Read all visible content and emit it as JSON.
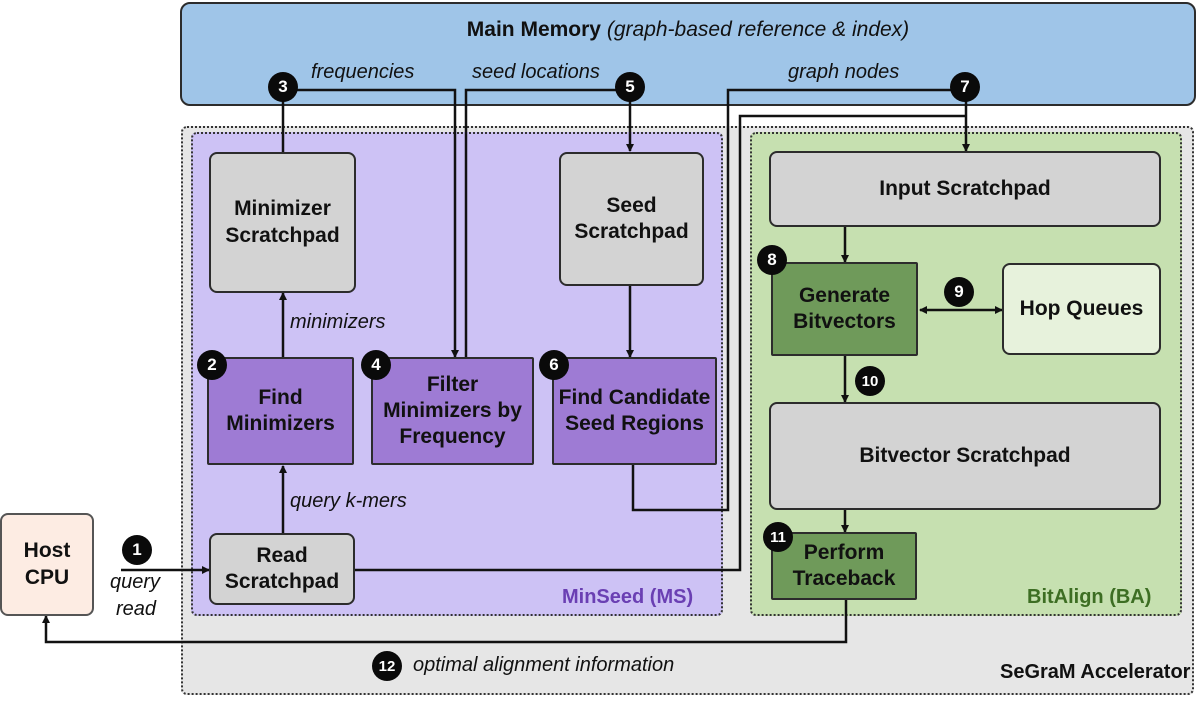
{
  "main_memory": {
    "title": "Main Memory",
    "subtitle": "(graph-based reference & index)"
  },
  "accelerator": {
    "title": "SeGraM Accelerator"
  },
  "minseed": {
    "title": "MinSeed (MS)",
    "boxes": {
      "minimizer_scratchpad": "Minimizer Scratchpad",
      "seed_scratchpad": "Seed Scratchpad",
      "find_minimizers": "Find Minimizers",
      "filter_minimizers": "Filter Minimizers by Frequency",
      "find_candidate": "Find Candidate Seed Regions",
      "read_scratchpad": "Read Scratchpad"
    }
  },
  "bitalign": {
    "title": "BitAlign (BA)",
    "boxes": {
      "input_scratchpad": "Input Scratchpad",
      "generate_bitvectors": "Generate Bitvectors",
      "hop_queues": "Hop Queues",
      "bitvector_scratchpad": "Bitvector Scratchpad",
      "perform_traceback": "Perform Traceback"
    }
  },
  "host": {
    "label": "Host CPU"
  },
  "edge_labels": {
    "frequencies": "frequencies",
    "seed_locations": "seed locations",
    "graph_nodes": "graph nodes",
    "minimizers": "minimizers",
    "query_kmers": "query k-mers",
    "query": "query",
    "read": "read",
    "optimal_alignment": "optimal alignment information"
  },
  "steps": [
    "1",
    "2",
    "3",
    "4",
    "5",
    "6",
    "7",
    "8",
    "9",
    "10",
    "11",
    "12"
  ],
  "colors": {
    "main_memory": "#9fc5e8",
    "accelerator": "#e6e6e6",
    "minseed": "#cdc2f5",
    "minseed_title": "#6a3fb3",
    "bitalign": "#c6e0b0",
    "bitalign_title": "#3d6e23",
    "purple_box": "#9e7bd4",
    "green_box": "#6f9a5a",
    "gray_box": "#d3d3d3"
  }
}
